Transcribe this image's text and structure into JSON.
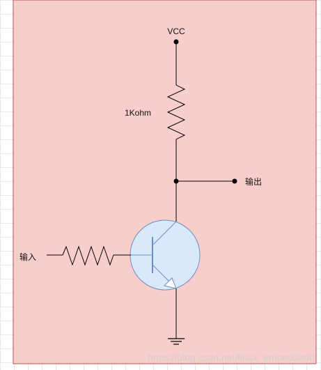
{
  "labels": {
    "vcc": "VCC",
    "resistor": "1Kohm",
    "output": "输出",
    "input": "输入"
  },
  "watermark": "https://blog.csdn.net/linux_embedded0",
  "colors": {
    "panel_fill": "#f8cecc",
    "panel_border": "#b85450",
    "transistor_fill": "#dae8fc",
    "transistor_stroke": "#6c8ebf",
    "wire": "#000000"
  }
}
